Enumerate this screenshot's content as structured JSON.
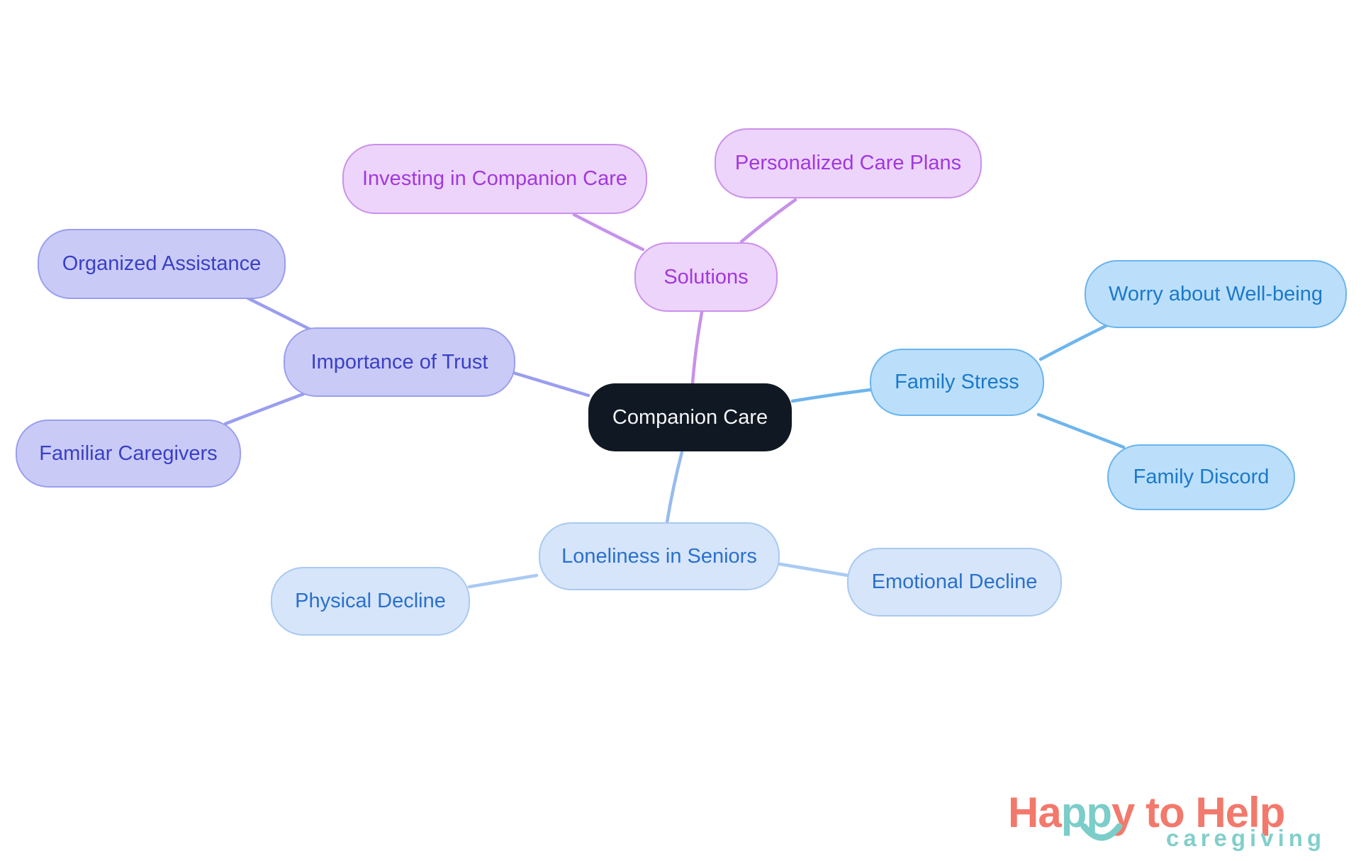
{
  "diagram": {
    "type": "mindmap",
    "nodes": {
      "center": {
        "label": "Companion Care"
      },
      "solutions": {
        "label": "Solutions"
      },
      "investing": {
        "label": "Investing in Companion Care"
      },
      "personalized": {
        "label": "Personalized Care Plans"
      },
      "trust": {
        "label": "Importance of Trust"
      },
      "organized": {
        "label": "Organized Assistance"
      },
      "familiar": {
        "label": "Familiar Caregivers"
      },
      "family_stress": {
        "label": "Family Stress"
      },
      "worry": {
        "label": "Worry about Well-being"
      },
      "discord": {
        "label": "Family Discord"
      },
      "loneliness": {
        "label": "Loneliness in Seniors"
      },
      "physical": {
        "label": "Physical Decline"
      },
      "emotional": {
        "label": "Emotional Decline"
      }
    },
    "edges": [
      {
        "from": "center",
        "to": "solutions"
      },
      {
        "from": "solutions",
        "to": "investing"
      },
      {
        "from": "solutions",
        "to": "personalized"
      },
      {
        "from": "center",
        "to": "trust"
      },
      {
        "from": "trust",
        "to": "organized"
      },
      {
        "from": "trust",
        "to": "familiar"
      },
      {
        "from": "center",
        "to": "family_stress"
      },
      {
        "from": "family_stress",
        "to": "worry"
      },
      {
        "from": "family_stress",
        "to": "discord"
      },
      {
        "from": "center",
        "to": "loneliness"
      },
      {
        "from": "loneliness",
        "to": "physical"
      },
      {
        "from": "loneliness",
        "to": "emotional"
      }
    ],
    "branch_colors": {
      "solutions": {
        "fill": "#EDD4FB",
        "border": "#CB90EB",
        "text": "#A138DD",
        "line": "#C792EA"
      },
      "trust": {
        "fill": "#C9CBF6",
        "border": "#9A9EEF",
        "text": "#3B3FC6",
        "line": "#9A9EEF"
      },
      "family_stress": {
        "fill": "#BBDFFA",
        "border": "#6AB4EE",
        "text": "#1B79CB",
        "line": "#6FB5ED"
      },
      "loneliness": {
        "fill": "#D6E5FA",
        "border": "#A9C9F1",
        "text": "#2A70CD",
        "line": "#A9CAF2"
      },
      "center": {
        "fill": "#101923",
        "text": "#F4F6F8"
      }
    }
  },
  "logo": {
    "part1": "Ha",
    "part2": "pp",
    "part3": "y to Help",
    "tagline": "caregiving",
    "coral": "#F2796B",
    "teal": "#7BCDC9"
  }
}
